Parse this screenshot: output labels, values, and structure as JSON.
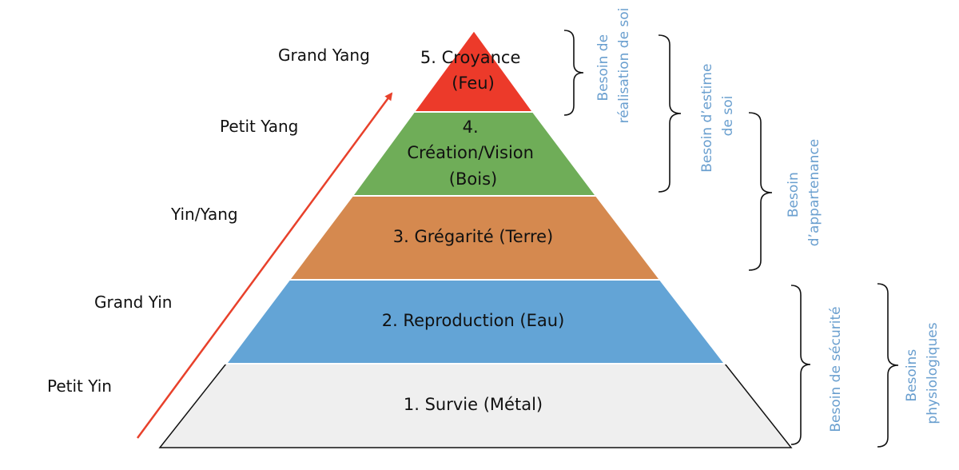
{
  "levels": [
    {
      "lines": [
        "1. Survie (Métal)"
      ],
      "color": "#efefef"
    },
    {
      "lines": [
        "2. Reproduction (Eau)"
      ],
      "color": "#63a4d6"
    },
    {
      "lines": [
        "3. Grégarité (Terre)"
      ],
      "color": "#d5894f"
    },
    {
      "lines": [
        "4.",
        "Création/Vision",
        "(Bois)"
      ],
      "color": "#6fad58"
    },
    {
      "lines": [
        "5. Croyance",
        "(Feu)"
      ],
      "color": "#ec3a2a"
    }
  ],
  "yinyang_labels": [
    "Petit Yin",
    "Grand Yin",
    "Yin/Yang",
    "Petit Yang",
    "Grand Yang"
  ],
  "needs": [
    {
      "lines": [
        "Besoin de",
        "réalisation de soi"
      ]
    },
    {
      "lines": [
        "Besoin d’estime",
        "de soi"
      ]
    },
    {
      "lines": [
        "Besoin",
        "d’appartenance"
      ]
    },
    {
      "lines": [
        "Besoin de sécurité"
      ]
    },
    {
      "lines": [
        "Besoins",
        "physiologiques"
      ]
    }
  ],
  "colors": {
    "arrow": "#e8412b",
    "need_text": "#6a9fcf",
    "outline": "#111111"
  }
}
